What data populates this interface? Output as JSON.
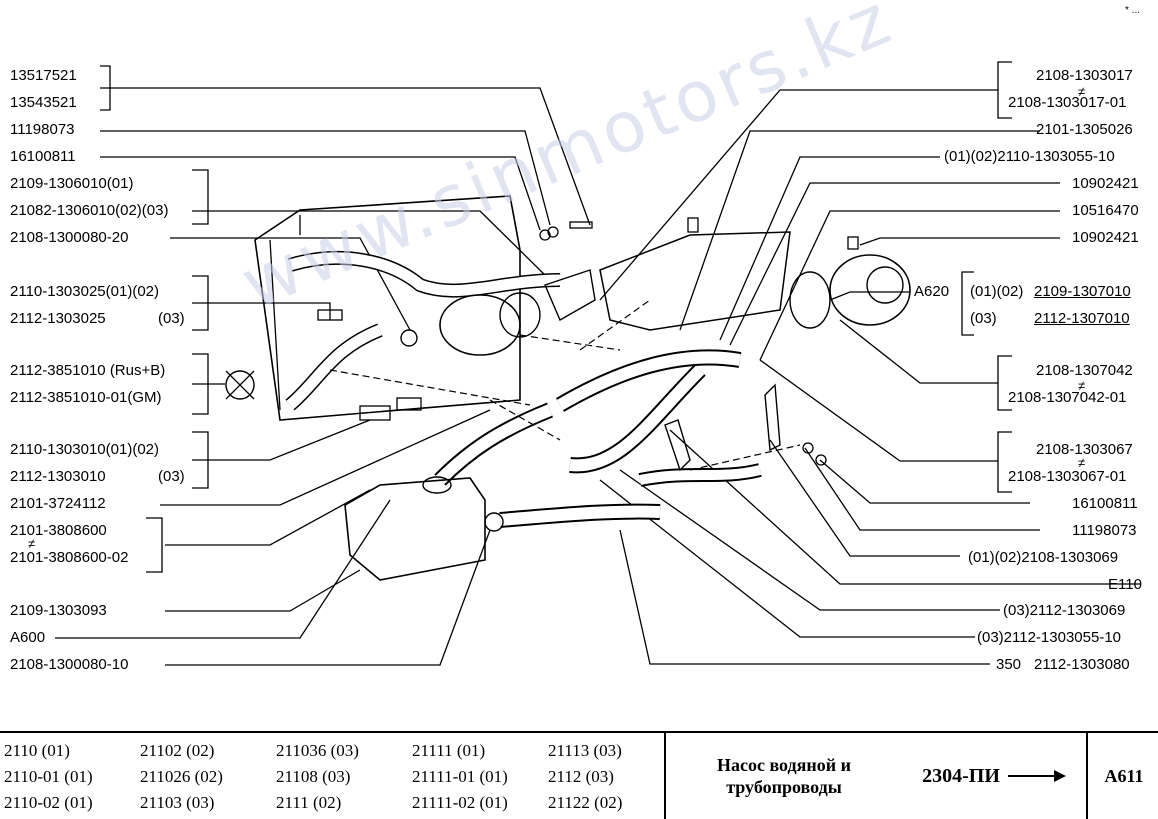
{
  "corner_mark": "* ...",
  "watermark": "www.sinmotors.kz",
  "left_labels": [
    "13517521",
    "13543521",
    "11198073",
    "16100811",
    "2109-1306010(01)",
    "21082-1306010(02)(03)",
    "2108-1300080-20",
    "2110-1303025(01)(02)",
    "2112-1303025",
    "(03)",
    "2112-3851010 (Rus+B)",
    "2112-3851010-01(GM)",
    "2110-1303010(01)(02)",
    "2112-1303010",
    "(03)",
    "2101-3724112",
    "2101-3808600",
    "2101-3808600-02",
    "2109-1303093",
    "A600",
    "2108-1300080-10"
  ],
  "right_labels": [
    "2108-1303017",
    "2108-1303017-01",
    "2101-1305026",
    "(01)(02)2110-1303055-10",
    "10902421",
    "10516470",
    "10902421",
    "A620",
    "(01)(02)",
    "2109-1307010",
    "(03)",
    "2112-1307010",
    "2108-1307042",
    "2108-1307042-01",
    "2108-1303067",
    "2108-1303067-01",
    "16100811",
    "11198073",
    "(01)(02)2108-1303069",
    "E110",
    "(03)2112-1303069",
    "(03)2112-1303055-10",
    "350",
    "2112-1303080"
  ],
  "footer": {
    "models": [
      [
        "2110 (01)",
        "2110-01 (01)",
        "2110-02 (01)"
      ],
      [
        "21102 (02)",
        "211026 (02)",
        "21103 (03)"
      ],
      [
        "211036 (03)",
        "21108 (03)",
        "2111 (02)"
      ],
      [
        "21111 (01)",
        "21111-01 (01)",
        "21111-02 (01)"
      ],
      [
        "21113 (03)",
        "2112 (03)",
        "21122 (02)"
      ]
    ],
    "description_line1": "Насос водяной и",
    "description_line2": "трубопроводы",
    "code": "2304-ПИ",
    "sheet": "А611"
  }
}
